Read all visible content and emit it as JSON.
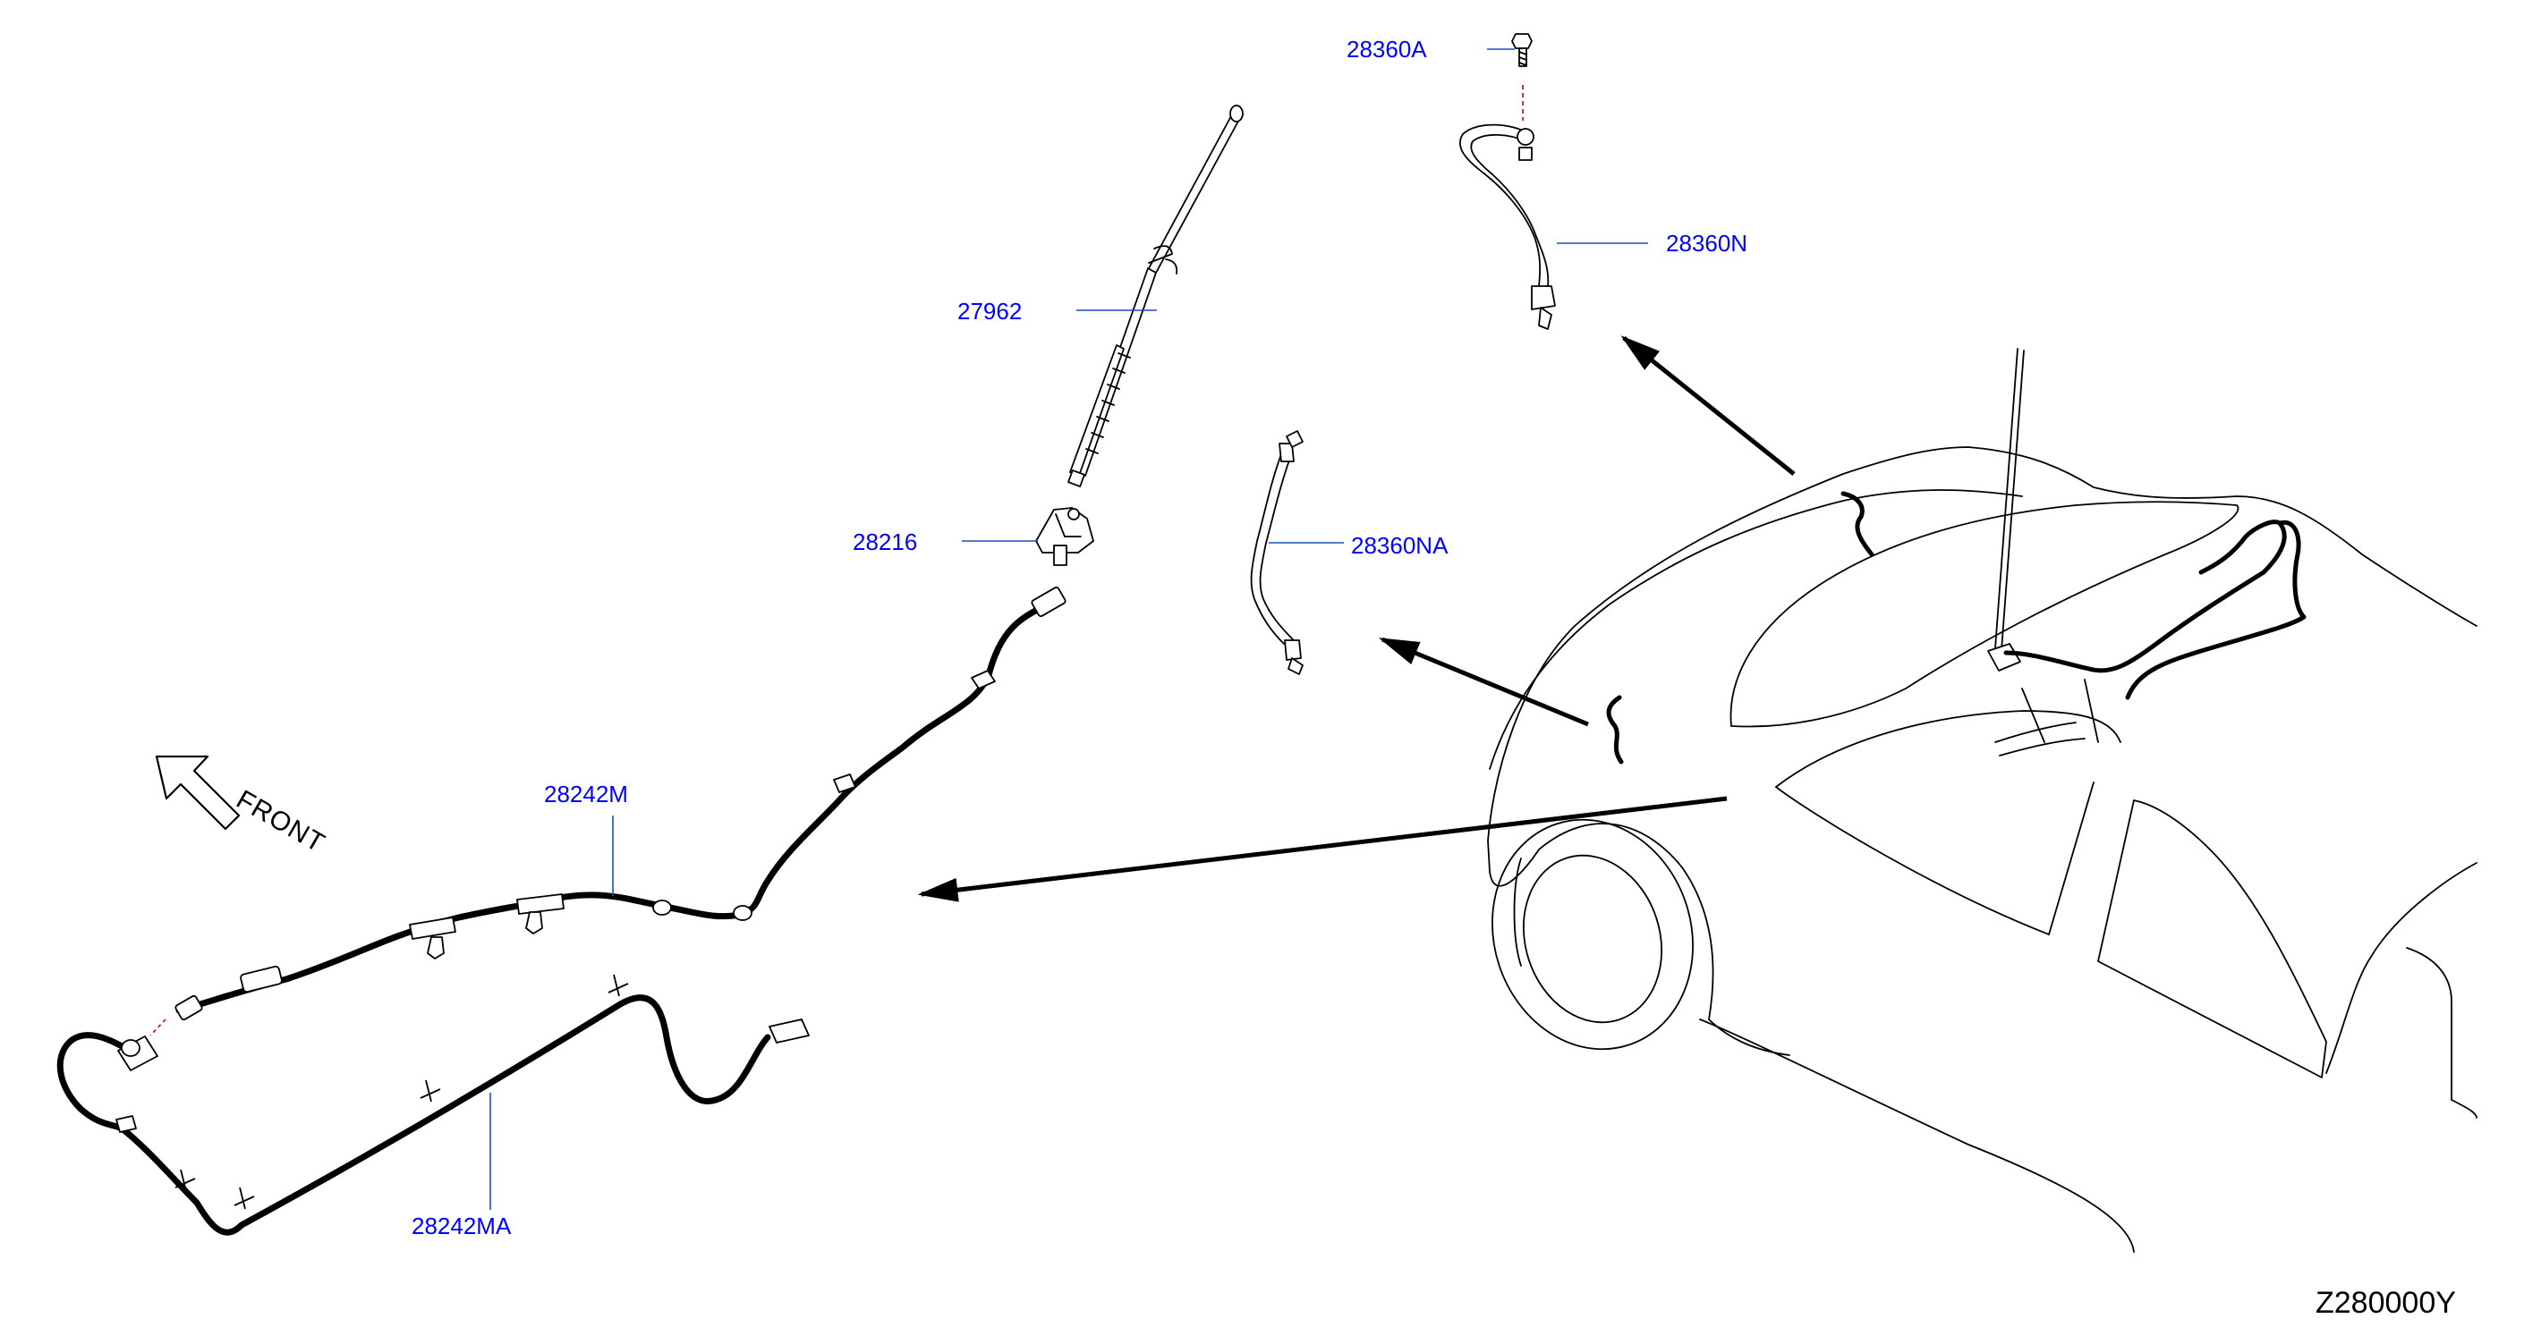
{
  "colors": {
    "label": "#0000ff",
    "leader": "#1a4fc4",
    "line": "#000000",
    "dash": "#cc0000"
  },
  "labels": {
    "antenna_rod": "27962",
    "antenna_base": "28216",
    "feeder_front": "28242M",
    "feeder_rear": "28242MA",
    "screw": "28360A",
    "ground_strap_top": "28360N",
    "ground_strap_side": "28360NA"
  },
  "front_indicator": "FRONT",
  "diagram_id": "Z280000Y"
}
